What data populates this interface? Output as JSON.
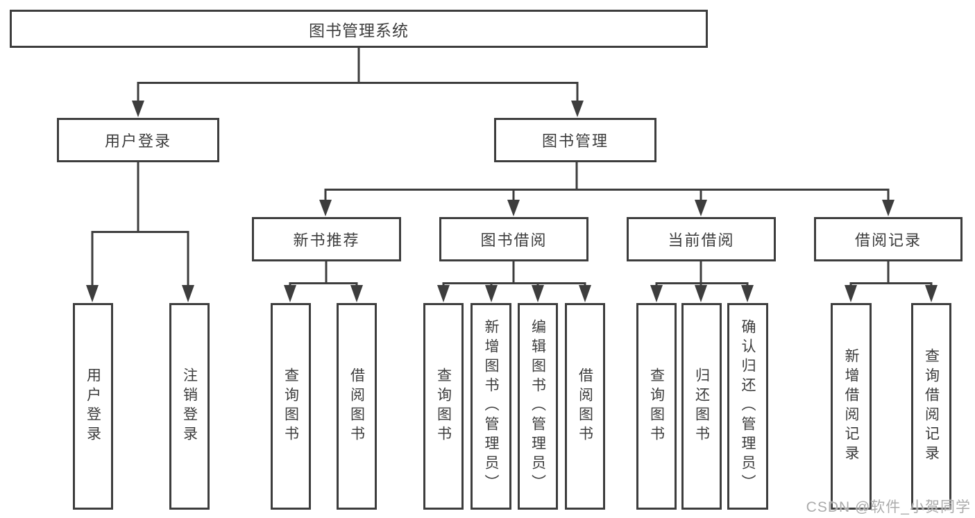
{
  "diagram_title": "图书管理系统",
  "tree": {
    "root": "图书管理系统",
    "branches": [
      {
        "label": "用户登录",
        "leaves": [
          "用户登录",
          "注销登录"
        ]
      },
      {
        "label": "图书管理",
        "groups": [
          {
            "label": "新书推荐",
            "leaves": [
              "查询图书",
              "借阅图书"
            ]
          },
          {
            "label": "图书借阅",
            "leaves": [
              "查询图书",
              "新增图书（管理员）",
              "编辑图书（管理员）",
              "借阅图书"
            ]
          },
          {
            "label": "当前借阅",
            "leaves": [
              "查询图书",
              "归还图书",
              "确认归还（管理员）"
            ]
          },
          {
            "label": "借阅记录",
            "leaves": [
              "新增借阅记录",
              "查询借阅记录"
            ]
          }
        ]
      }
    ]
  },
  "watermark": {
    "text": "CSDN @软件_小贺同学"
  },
  "colors": {
    "line": "#3d3d3d",
    "text": "#3c3c3c",
    "background": "#ffffff",
    "watermark": "#ababab"
  }
}
